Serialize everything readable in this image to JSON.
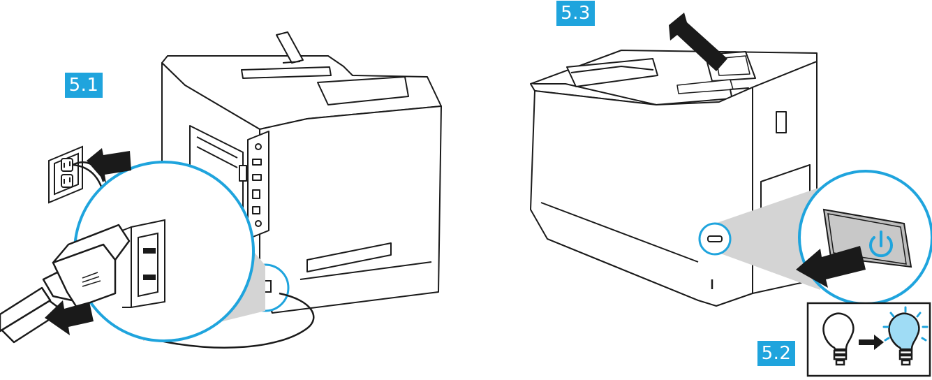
{
  "steps": {
    "step_1": "5.1",
    "step_2": "5.2",
    "step_3": "5.3"
  },
  "colors": {
    "accent": "#1fa4dd",
    "line": "#1a1a1a",
    "zoom_fill": "#d4d4d4",
    "lit_bulb": "#9fdcf5"
  },
  "icons": [
    "wall-outlet-icon",
    "power-cord-icon",
    "printer-rear-icon",
    "printer-front-icon",
    "power-button-icon",
    "bulb-off-icon",
    "bulb-on-icon",
    "arrow-icon"
  ]
}
